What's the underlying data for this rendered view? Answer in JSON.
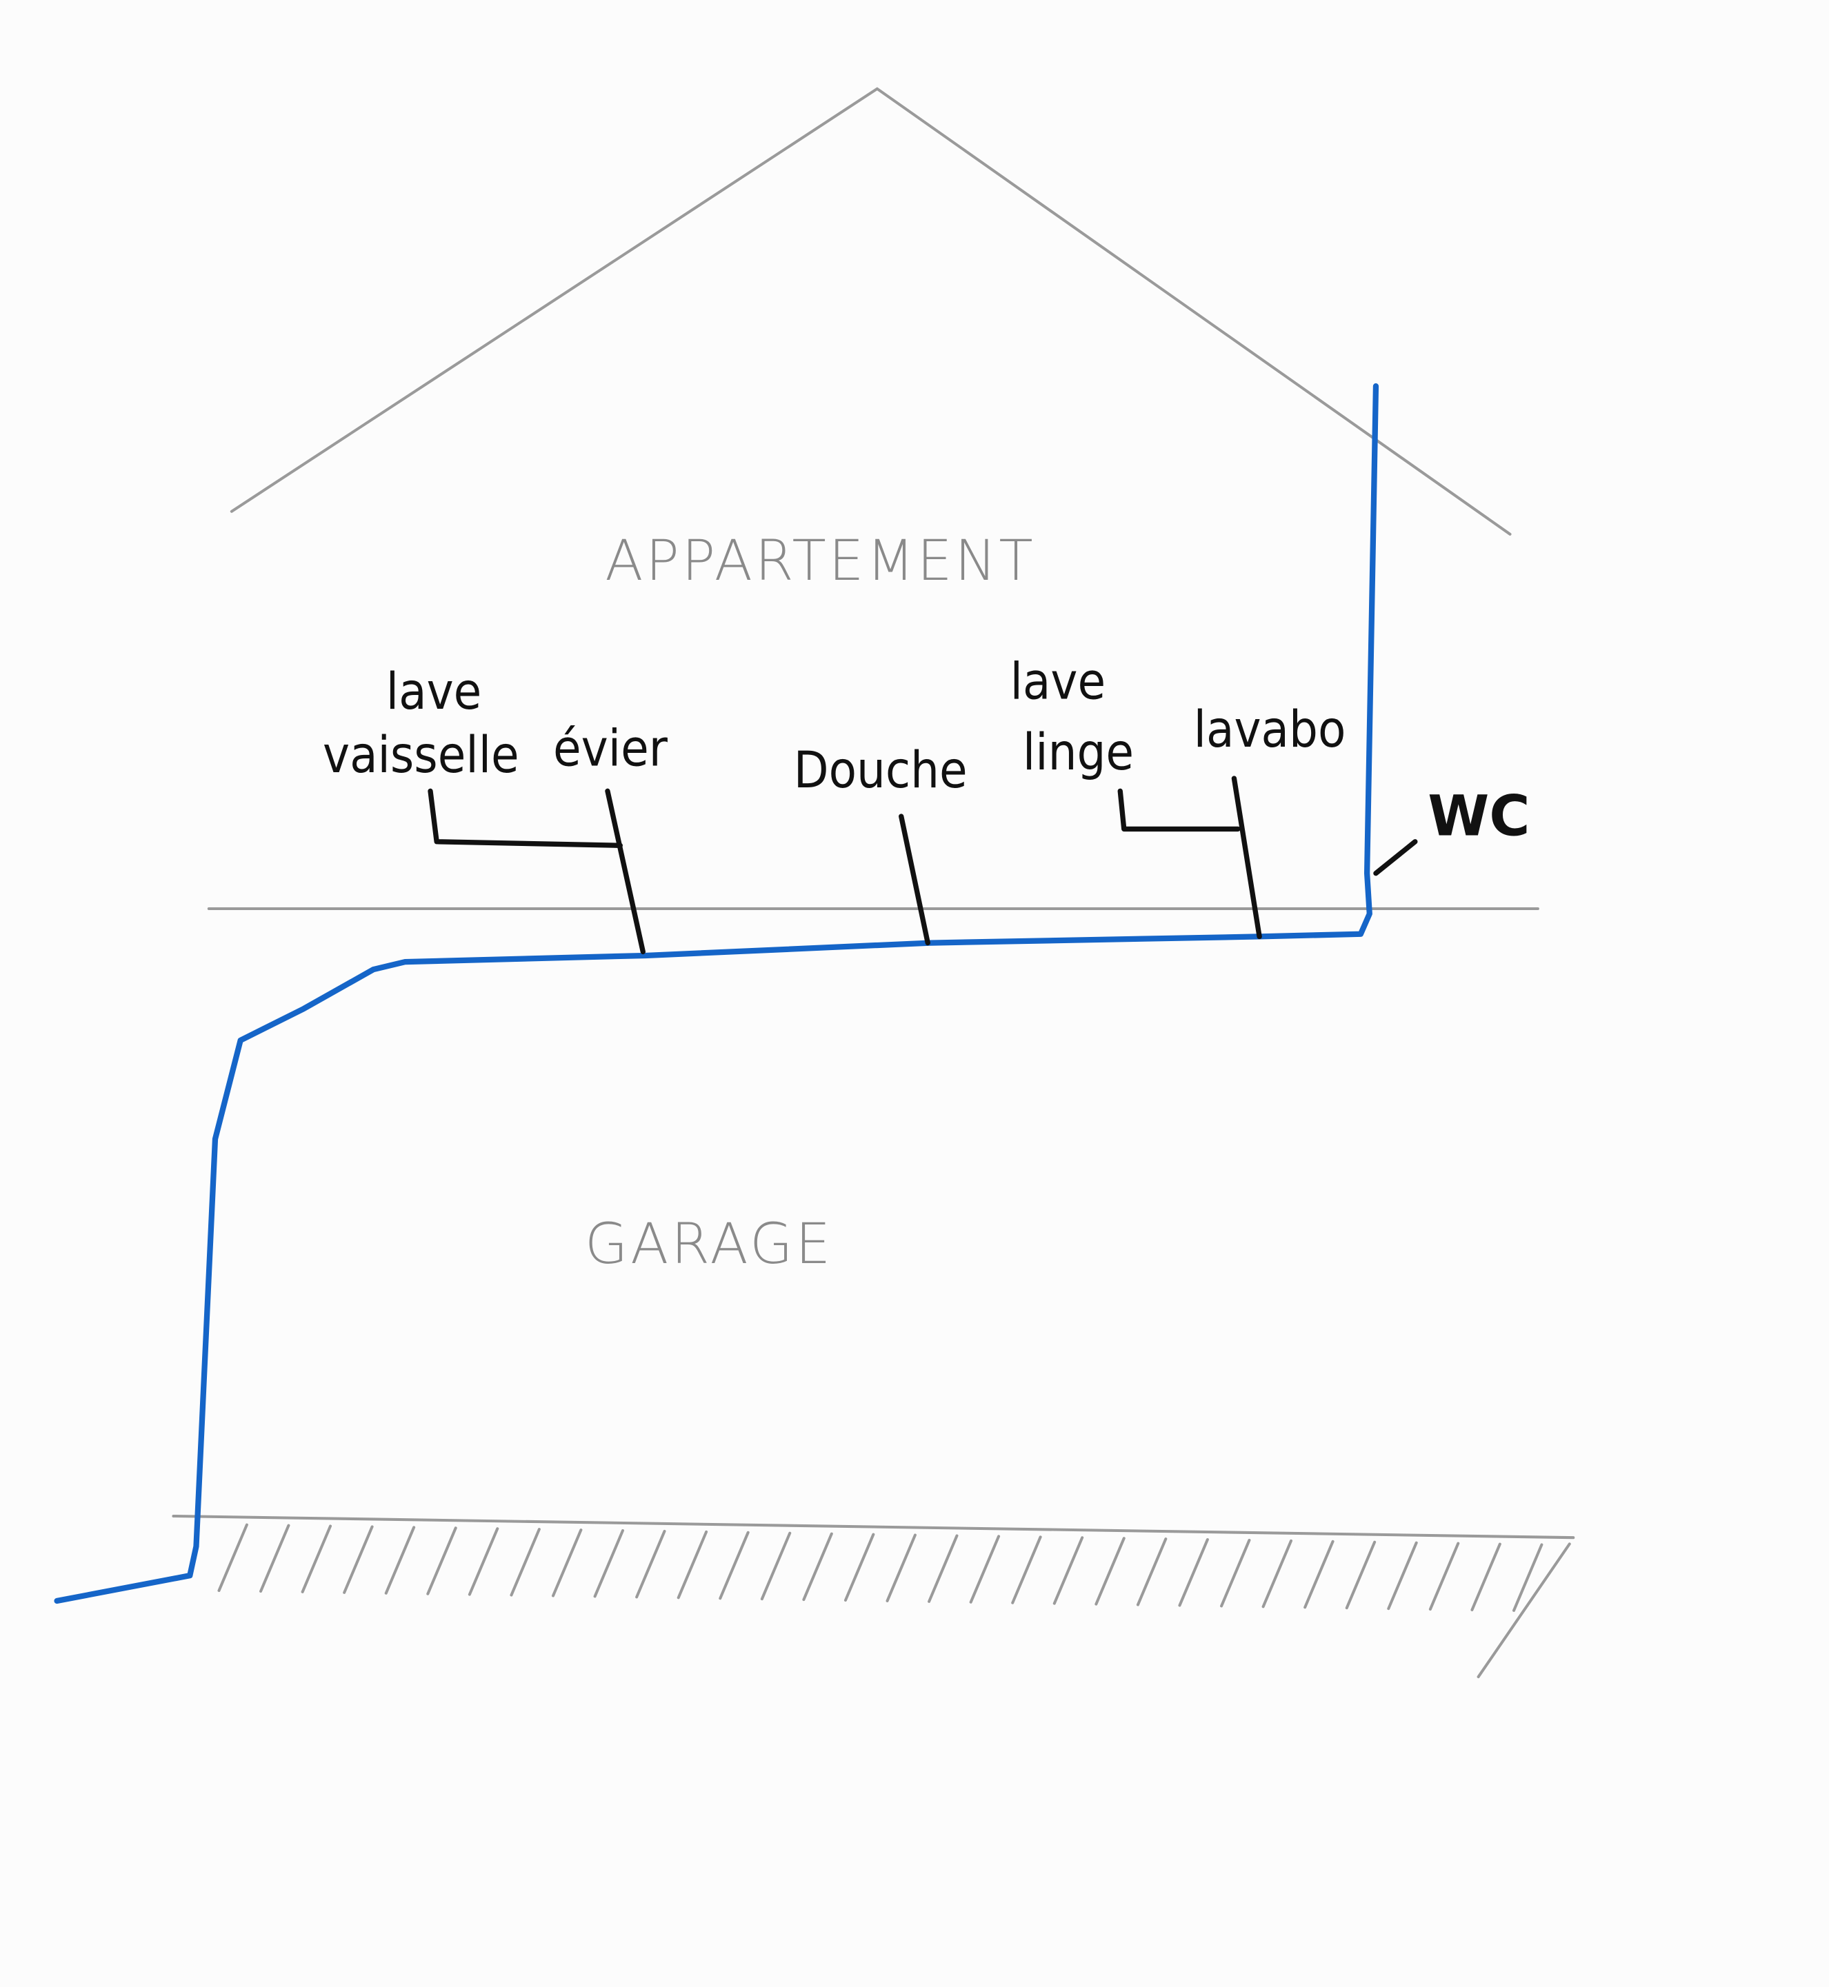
{
  "diagram": {
    "rooms": {
      "upper": "APPARTEMENT",
      "lower": "GARAGE"
    },
    "fixtures": {
      "dishwasher_line1": "lave",
      "dishwasher_line2": "vaisselle",
      "sink": "évier",
      "shower": "Douche",
      "washer_line1": "lave",
      "washer_line2": "linge",
      "washbasin": "lavabo",
      "toilet": "WC"
    },
    "colors": {
      "pipe": "#1565c8",
      "pencil": "#9a9a9a",
      "ink": "#111111"
    }
  }
}
